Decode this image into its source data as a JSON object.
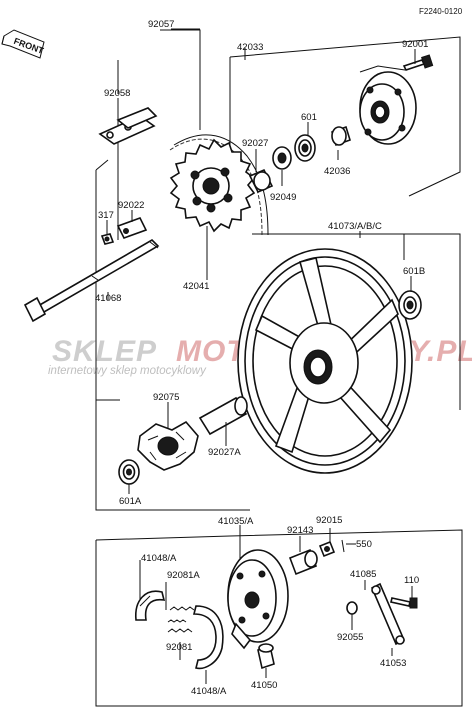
{
  "reference_code": "F2240-0120",
  "front_label": "FRONT",
  "watermark": {
    "brand_left": "SKLEP",
    "brand_right": "MOTOCYKLOWY.PL",
    "tagline": "internetowy sklep motocyklowy",
    "colors": {
      "left": "#c9c9c9",
      "right": "#e3a6a6"
    }
  },
  "part_labels": {
    "p92057": "92057",
    "p42033": "42033",
    "p92001": "92001",
    "p92058": "92058",
    "p601": "601",
    "p92027": "92027",
    "p42036": "42036",
    "p92049": "92049",
    "p92022": "92022",
    "p317": "317",
    "p41073": "41073/A/B/C",
    "p42041": "42041",
    "p601B": "601B",
    "p41068": "41068",
    "p92075": "92075",
    "p92027A": "92027A",
    "p601A": "601A",
    "p41035": "41035/A",
    "p92015": "92015",
    "p92143": "92143",
    "p550": "550",
    "p41048A": "41048/A",
    "p92081A": "92081A",
    "p41085": "41085",
    "p110": "110",
    "p92055": "92055",
    "p92081": "92081",
    "p41053": "41053",
    "p41048A2": "41048/A",
    "p41050": "41050"
  }
}
